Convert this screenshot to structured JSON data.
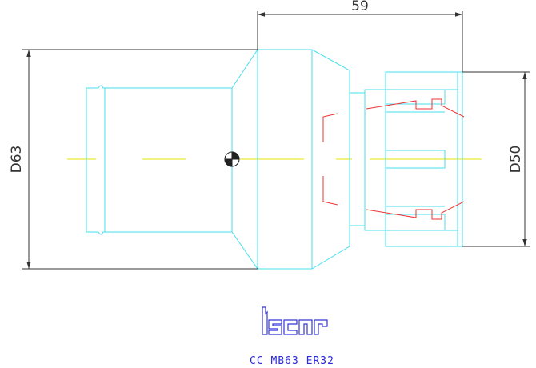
{
  "dimensions": {
    "length": "59",
    "body_diameter": "D63",
    "nut_diameter": "D50"
  },
  "logo": {
    "text": "iscar",
    "icon": "iscar-logo-icon"
  },
  "caption": "CC MB63 ER32",
  "colors": {
    "outline": "#44e0ee",
    "dimension": "#333333",
    "centerline": "#e6e600",
    "detail": "#ee3333",
    "logo": "#3535d6",
    "background": "#ffffff"
  }
}
